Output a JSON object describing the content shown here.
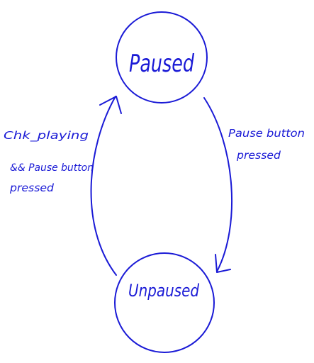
{
  "diagram": {
    "ink_color": "#1a1ad6",
    "states": {
      "paused": "Paused",
      "unpaused": "Unpaused"
    },
    "transitions": {
      "paused_to_unpaused": {
        "line1": "Pause button",
        "line2": "pressed"
      },
      "unpaused_to_paused": {
        "line1": "Chk_playing",
        "line2": "&& Pause button",
        "line3": "pressed"
      }
    }
  }
}
